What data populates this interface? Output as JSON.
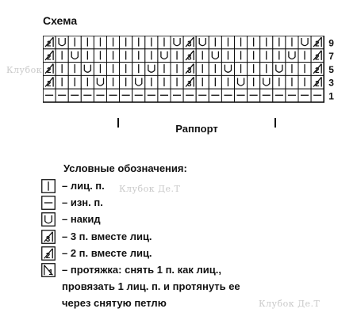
{
  "title": "Схема",
  "chart": {
    "rows": [
      {
        "number": "9",
        "cells": [
          "k2tog",
          "yo",
          "k",
          "k",
          "k",
          "k",
          "k",
          "k",
          "k",
          "k",
          "yo",
          "k3tog",
          "yo",
          "k",
          "k",
          "k",
          "k",
          "k",
          "k",
          "k",
          "yo",
          "k2tog"
        ]
      },
      {
        "number": "7",
        "cells": [
          "k2tog",
          "k",
          "yo",
          "k",
          "k",
          "k",
          "k",
          "k",
          "k",
          "yo",
          "k",
          "k3tog",
          "k",
          "yo",
          "k",
          "k",
          "k",
          "k",
          "k",
          "yo",
          "k",
          "k2tog"
        ]
      },
      {
        "number": "5",
        "cells": [
          "k2tog",
          "k",
          "k",
          "yo",
          "k",
          "k",
          "k",
          "k",
          "yo",
          "k",
          "k",
          "k3tog",
          "k",
          "k",
          "yo",
          "k",
          "k",
          "k",
          "yo",
          "k",
          "k",
          "k2tog"
        ]
      },
      {
        "number": "3",
        "cells": [
          "k2tog",
          "k",
          "k",
          "k",
          "yo",
          "k",
          "k",
          "yo",
          "k",
          "k",
          "k",
          "k3tog",
          "k",
          "k",
          "k",
          "yo",
          "k",
          "yo",
          "k",
          "k",
          "k",
          "k2tog"
        ]
      },
      {
        "number": "1",
        "cells": [
          "p",
          "p",
          "p",
          "p",
          "p",
          "p",
          "p",
          "p",
          "p",
          "p",
          "p",
          "p",
          "p",
          "p",
          "p",
          "p",
          "p",
          "p",
          "p",
          "p",
          "p",
          "p"
        ]
      }
    ]
  },
  "rapport_label": "Раппорт",
  "legend": {
    "title": "Условные обозначения:",
    "items": [
      {
        "symbol": "k",
        "icon": "knit-symbol-icon",
        "text": "– лиц. п."
      },
      {
        "symbol": "p",
        "icon": "purl-symbol-icon",
        "text": "– изн. п."
      },
      {
        "symbol": "yo",
        "icon": "yarn-over-symbol-icon",
        "text": "– накид"
      },
      {
        "symbol": "k3tog",
        "icon": "k3tog-symbol-icon",
        "text": "– 3 п. вместе лиц."
      },
      {
        "symbol": "k2tog",
        "icon": "k2tog-symbol-icon",
        "text": "– 2 п. вместе лиц."
      },
      {
        "symbol": "skpo",
        "icon": "slip-knit-pass-symbol-icon",
        "text": "– протяжка: снять 1 п. как лиц.,"
      },
      {
        "symbol": "",
        "icon": "",
        "text": "провязать 1 лиц. п. и протянуть ее"
      },
      {
        "symbol": "",
        "icon": "",
        "text": "через снятую петлю"
      }
    ]
  },
  "watermark": "Клубок Де.Т"
}
